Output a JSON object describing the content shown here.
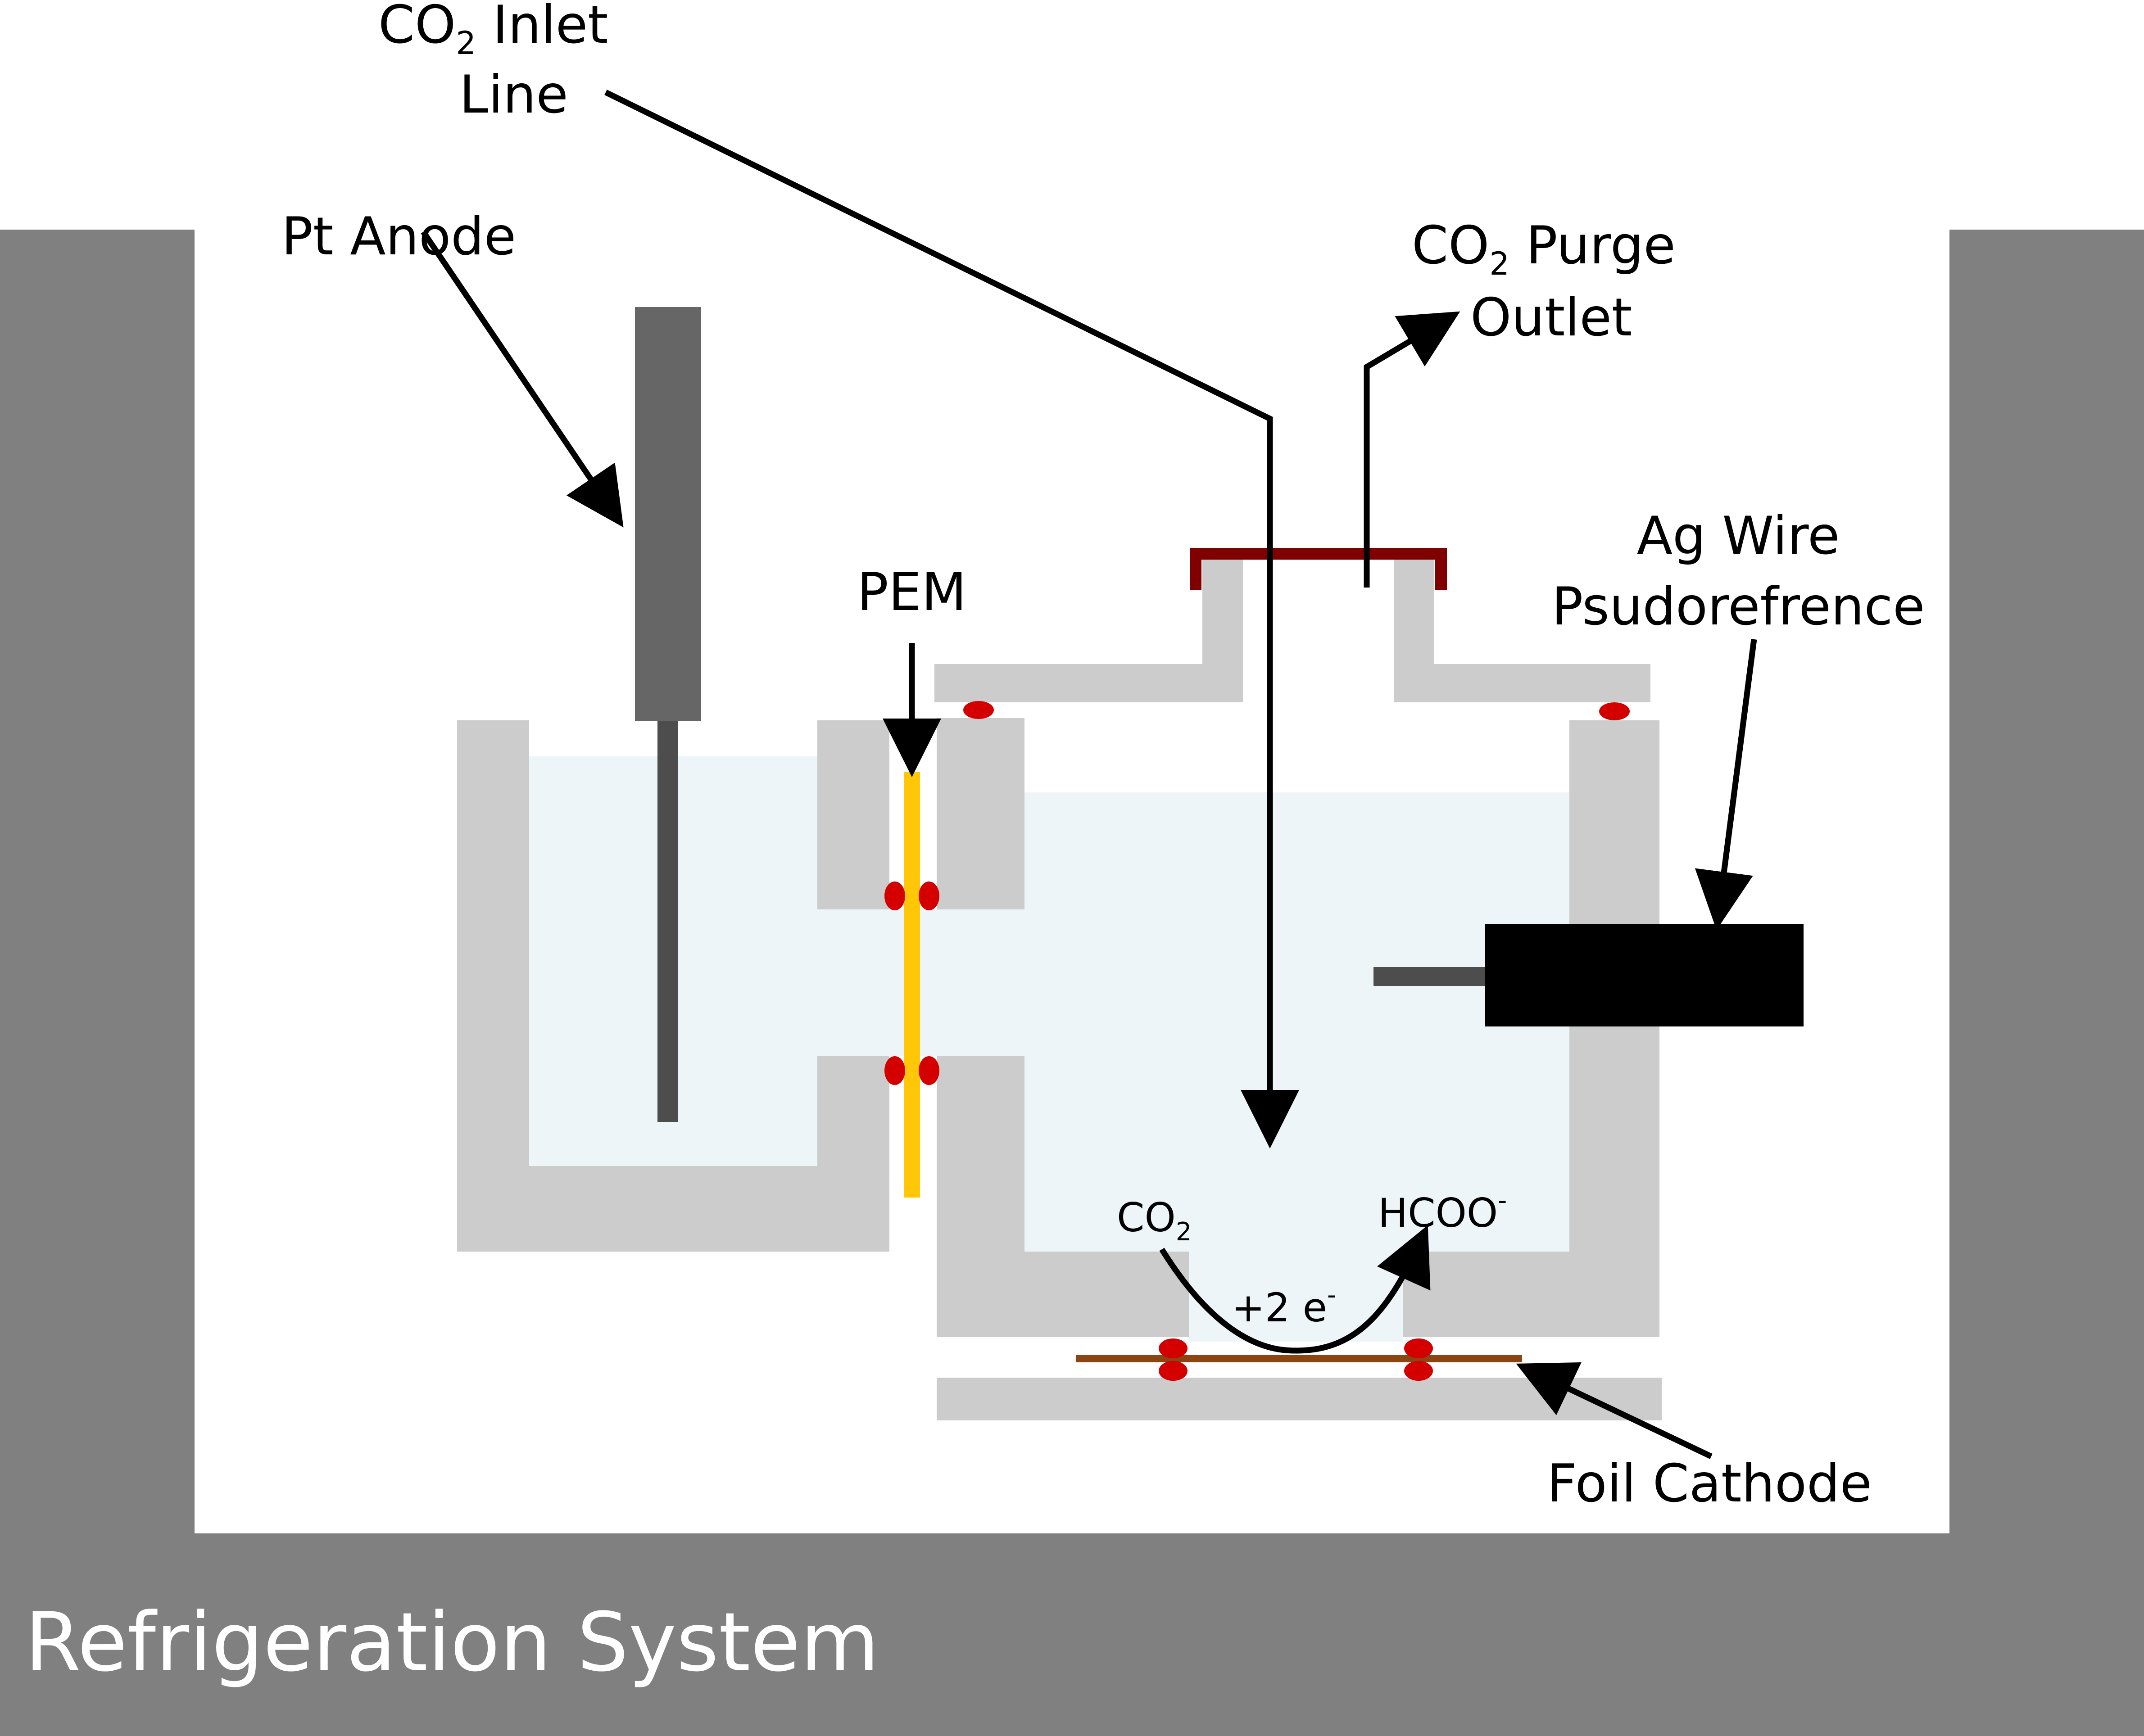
{
  "labels": {
    "co2_inlet_line_1": "CO",
    "co2_inlet_line_1_sub": "2",
    "co2_inlet_line_1_rest": " Inlet",
    "co2_inlet_line_2": "Line",
    "pt_anode": "Pt Anode",
    "co2_purge_1": "CO",
    "co2_purge_1_sub": "2",
    "co2_purge_1_rest": " Purge",
    "co2_purge_2": "Outlet",
    "pem": "PEM",
    "ag_wire_1": "Ag Wire",
    "ag_wire_2": "Psudorefrence",
    "reactant": "CO",
    "reactant_sub": "2",
    "product": "HCOO",
    "product_sup": "-",
    "electrons": "+2 e",
    "electrons_sup": "-",
    "foil_cathode": "Foil Cathode",
    "refrigeration_system": "Refrigeration System"
  },
  "colors": {
    "refrigeration": "#808080",
    "cell_body": "#cccccc",
    "electrolyte": "#edf5f9",
    "anode": "#666666",
    "anode_wire": "#4d4d4d",
    "pem": "#ffc708",
    "o_ring": "#d40000",
    "lid": "#800000",
    "cathode_foil": "#8b4513",
    "reference": "#000000"
  }
}
